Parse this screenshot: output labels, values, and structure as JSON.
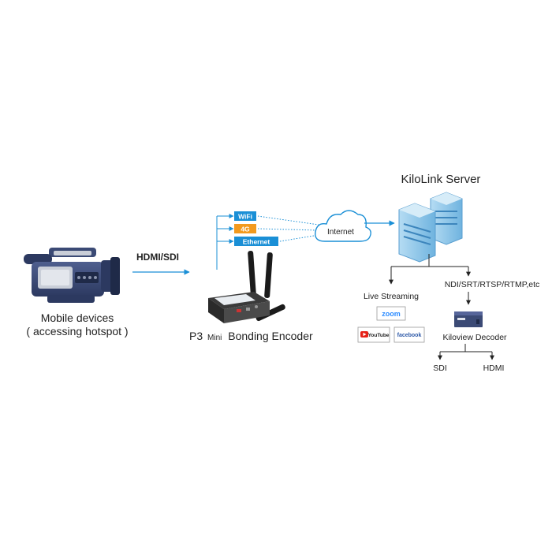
{
  "camera": {
    "caption_line1": "Mobile devices",
    "caption_line2": "( accessing hotspot )"
  },
  "link_label": "HDMI/SDI",
  "encoder": {
    "name_prefix": "P3",
    "name_mini": "Mini",
    "name_suffix": "Bonding Encoder",
    "connections": [
      "WiFi",
      "4G",
      "Ethernet"
    ]
  },
  "cloud_label": "Internet",
  "server": {
    "title": "KiloLink Server"
  },
  "live_streaming": {
    "label": "Live Streaming",
    "platforms": [
      "zoom",
      "YouTube",
      "facebook"
    ]
  },
  "protocols_label": "NDI/SRT/RTSP/RTMP,etc",
  "decoder": {
    "label": "Kiloview Decoder",
    "outputs": [
      "SDI",
      "HDMI"
    ]
  },
  "colors": {
    "accent": "#1a8fd6",
    "wifi": "#1a8fd6",
    "lte": "#f39a1e",
    "ethernet": "#1a8fd6",
    "server": "#8fc6e8",
    "camera": "#3b4a75",
    "youtube": "#e62117",
    "facebook": "#2f5aa8",
    "zoom": "#2d8cff"
  }
}
